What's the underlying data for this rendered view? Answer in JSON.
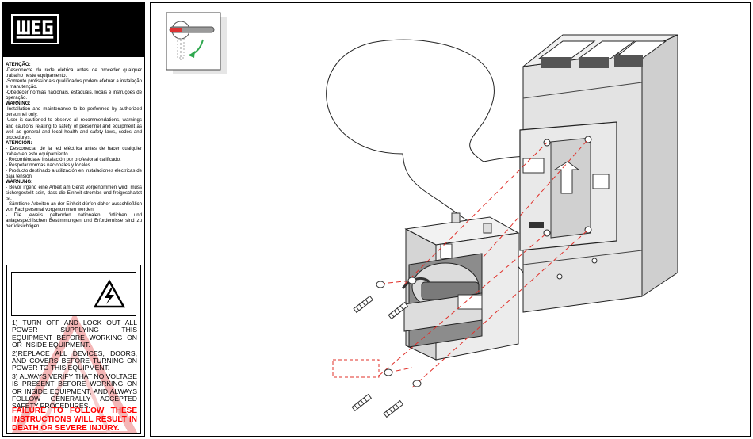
{
  "brand": {
    "logo_text": "WEG"
  },
  "warnings": [
    {
      "heading": "ATENÇÃO:",
      "lines": [
        "-Desconecte da rede elétrica antes de proceder qualquer trabalho neste equipamento.",
        "-Somente profissionais qualificados podem efetuar a instalação e manutenção.",
        "-Obedecer normas nacionais, estaduais, locais e instruções de operação."
      ]
    },
    {
      "heading": "WARNING:",
      "lines": [
        "-Installation and maintenance to be performed by authorized personnel only.",
        "-User is cautioned to observe all recommendations, warnings and cautions relating to safety of personnel and equipment as well as general and local health and safety laws, codes and procedures."
      ]
    },
    {
      "heading": "ATENCIÓN:",
      "lines": [
        "- Desconectar de la red eléctrica antes de hacer cualquier trabajo en esto equipamiento.",
        "- Recomiéndase instalación por profesional calificado.",
        "- Respetar normas nacionales y locales.",
        "- Producto destinado a utilización en instalaciones eléctricas de baja tensión."
      ]
    },
    {
      "heading": "WARNUNG:",
      "lines": [
        "- Bevor irgend eine Arbeit am Gerät vorgenommen wird, muss sichergestellt sein, dass die Einheit stromlos und freigeschaltet ist.",
        "- Sämtliche Arbeiten an der Einheit dürfen daher ausschließlich von Fachpersonal vorgenommen werden.",
        "- Die jeweils geltenden nationalen, örtlichen und anlagespezifischen Bestimmungen und Erfordernisse sind zu berücksichtigen."
      ]
    }
  ],
  "safety": {
    "items": [
      "1) TURN OFF AND LOCK OUT ALL POWER SUPPLYING THIS EQUIPMENT BEFORE WORKING ON OR INSIDE EQUIPMENT.",
      "2)REPLACE ALL DEVICES, DOORS, AND COVERS BEFORE TURNING ON POWER TO THIS EQUIPMENT.",
      "3) ALWAYS VERIFY THAT NO VOLTAGE IS PRESENT BEFORE WORKING ON OR INSIDE EQUIPMENT, AND ALWAYS FOLLOW GENERALLY ACCEPTED SAFETY PROCEDURES."
    ],
    "failure_text": "FAILURE TO FOLLOW THESE INSTRUCTIONS WILL RESULT IN DEATH OR SEVERE INJURY."
  },
  "colors": {
    "accent_red": "#ff0000",
    "dash_red": "#e0302a",
    "arrow_green": "#2fa84f",
    "device_gray": "#d9d9d9",
    "device_dark": "#8c8c8c"
  },
  "icons": [
    "weg-logo",
    "high-voltage-icon",
    "rotate-arrow-icon"
  ]
}
